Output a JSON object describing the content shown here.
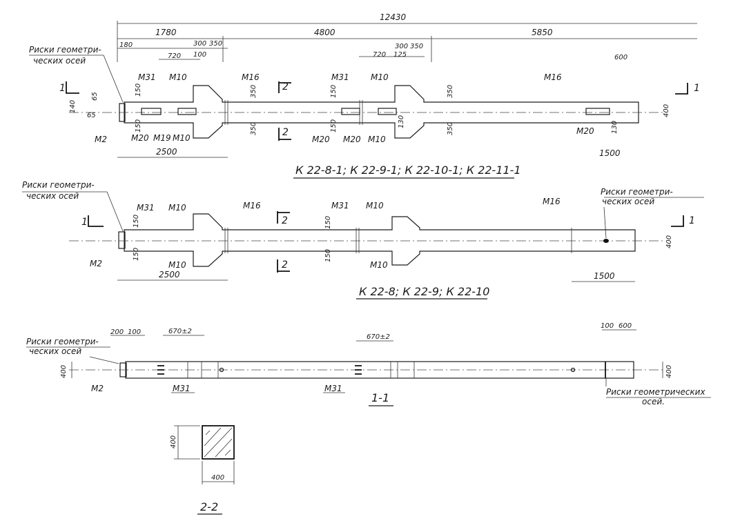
{
  "dims_top": {
    "overall": "12430",
    "d1780": "1780",
    "d4800": "4800",
    "d5850": "5850",
    "d180": "180",
    "d300a": "300",
    "d350a": "350",
    "d720a": "720",
    "d100a": "100",
    "d300b": "300",
    "d350b": "350",
    "d720b": "720",
    "d125": "125",
    "d600": "600",
    "d2500": "2500",
    "d1500": "1500",
    "d140": "140",
    "d65a": "65",
    "d65b": "65",
    "d150a": "150",
    "d150b": "150",
    "d350c": "350",
    "d350d": "350",
    "d150c": "150",
    "d150d": "150",
    "d350e": "350",
    "d350f": "350",
    "d130a": "130",
    "d130b": "130",
    "d400": "400"
  },
  "labels_top": {
    "axes_label_1": "Риски геометри-",
    "axes_label_2": "ческих осей",
    "m31a": "М31",
    "m10a": "М10",
    "m16a": "М16",
    "m31b": "М31",
    "m10b": "М10",
    "m16b": "М16",
    "m2": "М2",
    "m20a": "М20",
    "m19": "М19",
    "m10c": "М10",
    "m20b": "М20",
    "m20c": "М20",
    "m10d": "М10",
    "m20d": "М20",
    "sec1": "1",
    "sec1r": "1",
    "sec2": "2",
    "sec2b": "2",
    "title": "К 22-8-1;  К 22-9-1;  К 22-10-1;  К 22-11-1"
  },
  "labels_mid": {
    "axes_label_1": "Риски геометри-",
    "axes_label_2": "ческих осей",
    "axes_right_1": "Риски геометри-",
    "axes_right_2": "ческих осей",
    "m31a": "М31",
    "m10a": "М10",
    "m16a": "М16",
    "m31b": "М31",
    "m10b": "М10",
    "m16b": "М16",
    "m2": "М2",
    "m10c": "М10",
    "m10d": "М10",
    "d150a": "150",
    "d150b": "150",
    "d150c": "150",
    "d150d": "150",
    "d400": "400",
    "d2500": "2500",
    "d1500": "1500",
    "sec1": "1",
    "sec1r": "1",
    "sec2": "2",
    "sec2b": "2",
    "title": "К 22-8;  К 22-9;  К 22-10"
  },
  "labels_sec11": {
    "axes_label_1": "Риски геометри-",
    "axes_label_2": "ческих осей",
    "d200": "200",
    "d100a": "100",
    "d670a": "670±2",
    "d670b": "670±2",
    "d100b": "100",
    "d600": "600",
    "d400l": "400",
    "d400r": "400",
    "m2": "М2",
    "m31a": "М31",
    "m31b": "М31",
    "axes_right_1": "Риски геометрических",
    "axes_right_2": "осей.",
    "title": "1-1"
  },
  "labels_sec22": {
    "d400v": "400",
    "d400h": "400",
    "title": "2-2"
  }
}
